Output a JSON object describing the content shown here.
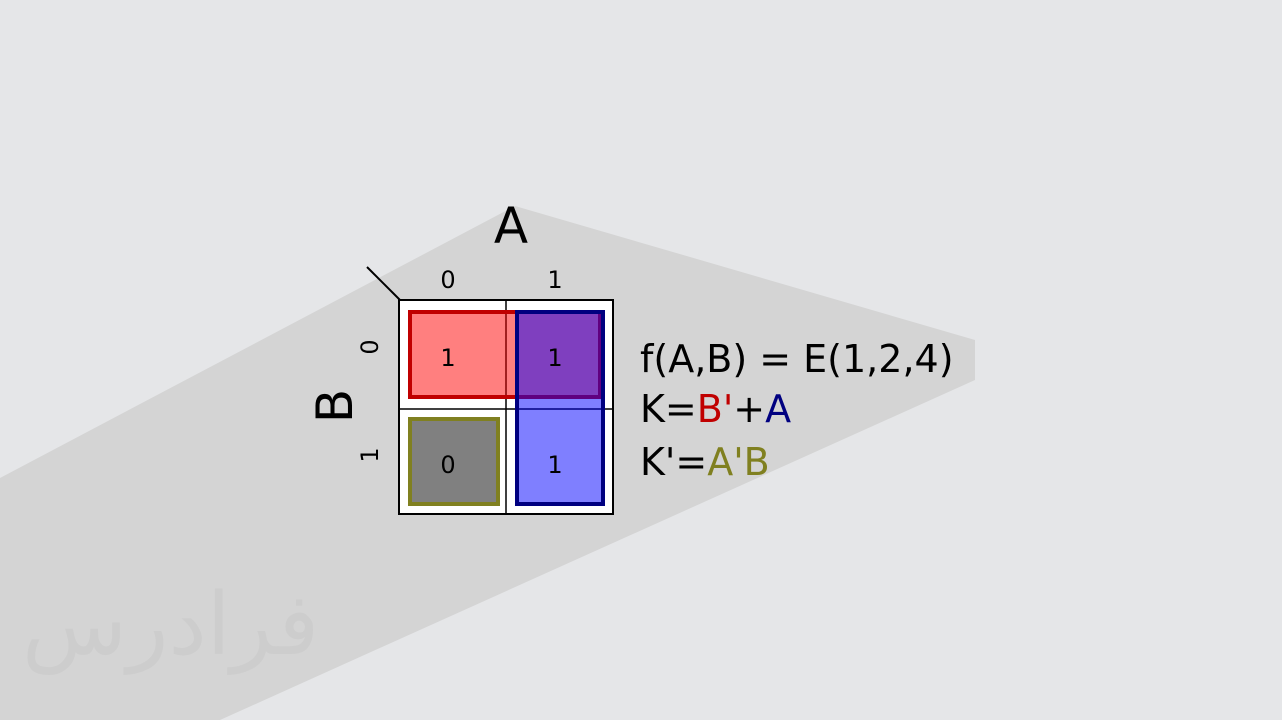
{
  "kmap": {
    "var_col": "A",
    "var_row": "B",
    "col_heads": [
      "0",
      "1"
    ],
    "row_heads": [
      "0",
      "1"
    ],
    "cells": [
      [
        "1",
        "1"
      ],
      [
        "0",
        "1"
      ]
    ]
  },
  "equations": {
    "line1": "f(A,B) = E(1,2,4)",
    "line2": {
      "prefix": "K=",
      "term1": "B'",
      "op": "+",
      "term2": "A"
    },
    "line3": {
      "prefix": "K'=",
      "term1": "A'B"
    }
  },
  "colors": {
    "red": "#c00000",
    "navy": "#000080",
    "olive": "#808020"
  },
  "watermark": "فرادرس"
}
